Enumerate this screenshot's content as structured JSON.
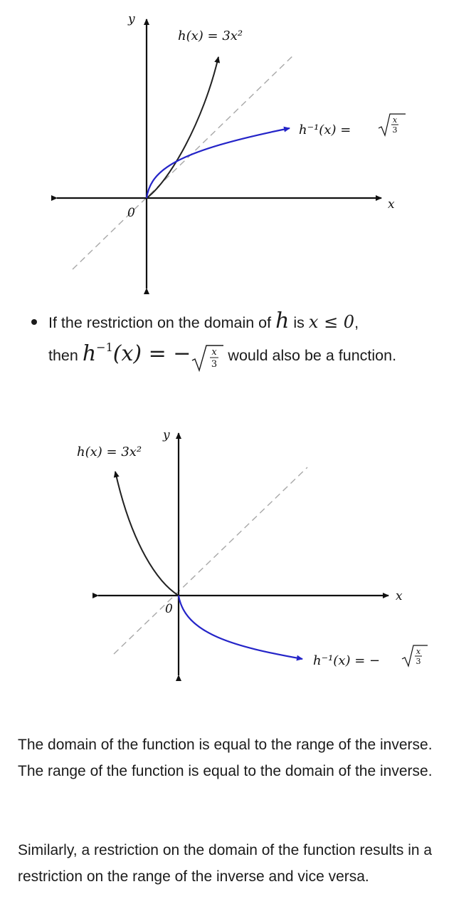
{
  "graph1": {
    "x_axis_label": "x",
    "y_axis_label": "y",
    "origin_label": "0",
    "function_label": "h(x) = 3x²",
    "inverse_label_prefix": "h⁻¹(x) = ",
    "inverse_frac_num": "x",
    "inverse_frac_den": "3"
  },
  "bullet": {
    "line1_text1": "If the restriction on the domain of ",
    "line1_var": "h",
    "line1_text2": " is ",
    "line1_condition": "x ≤ 0",
    "line1_end": ",",
    "line2_then": "then ",
    "line2_h": "h",
    "line2_sup": "−1",
    "line2_arg": "(x)",
    "line2_eq": " = −",
    "line2_frac_num": "x",
    "line2_frac_den": "3",
    "line2_tail": " would also be a function."
  },
  "graph2": {
    "x_axis_label": "x",
    "y_axis_label": "y",
    "origin_label": "0",
    "function_label": "h(x) = 3x²",
    "inverse_label_prefix": "h⁻¹(x) = −",
    "inverse_frac_num": "x",
    "inverse_frac_den": "3"
  },
  "paragraphs": {
    "p1": "The domain of the function is equal to the range of the inverse. The range of the function is equal to the domain of the inverse.",
    "p2": "Similarly, a restriction on the domain of the function results in a restriction on the range of the inverse and vice versa."
  },
  "colors": {
    "function_curve": "#222222",
    "inverse_curve": "#2424c8",
    "identity_line": "#a8a8a8",
    "axes": "#111111"
  }
}
